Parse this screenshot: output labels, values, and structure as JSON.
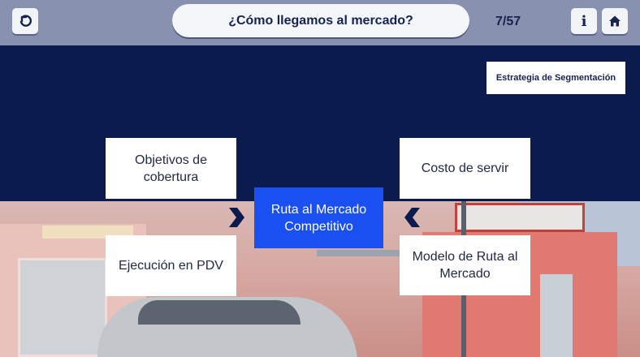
{
  "header": {
    "title": "¿Cómo llegamos al mercado?",
    "page_counter": "7/57",
    "info_label": "i"
  },
  "segmentation_label": "Estrategia de Segmentación",
  "diagram": {
    "center": "Ruta al Mercado Competitivo",
    "top_left": "Objetivos de cobertura",
    "top_right": "Costo de servir",
    "bottom_left": "Ejecución en PDV",
    "bottom_right": "Modelo de Ruta al Mercado"
  },
  "icons": {
    "back": "back-arrow-icon",
    "info": "info-icon",
    "home": "home-icon"
  },
  "colors": {
    "navy": "#0c1b4d",
    "topbar": "#8891b0",
    "accent_blue": "#1a4ff1",
    "white": "#ffffff"
  }
}
